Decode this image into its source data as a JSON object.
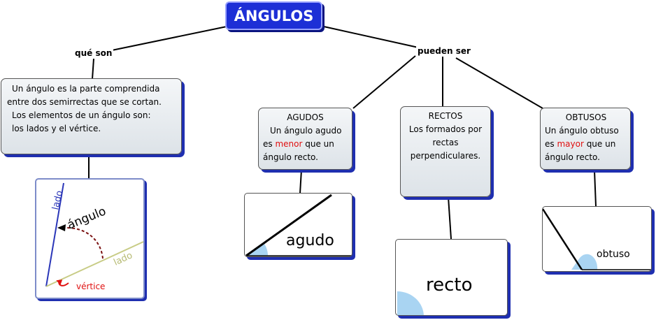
{
  "title": "ÁNGULOS",
  "links": {
    "que_son": "qué son",
    "pueden_ser": "pueden ser"
  },
  "definition": {
    "line1": "Un ángulo es la parte comprendida",
    "line2": "entre dos semirrectas que se cortan.",
    "line3": "Los elementos de un ángulo son:",
    "line4": "los lados y el vértice."
  },
  "agudos": {
    "heading": "AGUDOS",
    "line1": "Un ángulo agudo",
    "line2_pre": "es ",
    "line2_word": "menor",
    "line2_post": " que un",
    "line3": "ángulo recto."
  },
  "rectos": {
    "heading": "RECTOS",
    "line1": "Los formados por",
    "line2": "rectas",
    "line3": "perpendiculares."
  },
  "obtusos": {
    "heading": "OBTUSOS",
    "line1": "Un ángulo obtuso",
    "line2_pre": "es ",
    "line2_word": "mayor",
    "line2_post": " que un",
    "line3": "ángulo recto."
  },
  "angle_diagram": {
    "side1": "lado",
    "side2": "lado",
    "angle": "ángulo",
    "vertex": "vértice"
  },
  "images": {
    "agudo": "agudo",
    "recto": "recto",
    "obtuso": "obtuso"
  },
  "colors": {
    "title_bg": "#1d2fd6",
    "shadow": "#1f2fb0",
    "highlight": "#e01010",
    "arc_fill": "#a9d4f2"
  }
}
